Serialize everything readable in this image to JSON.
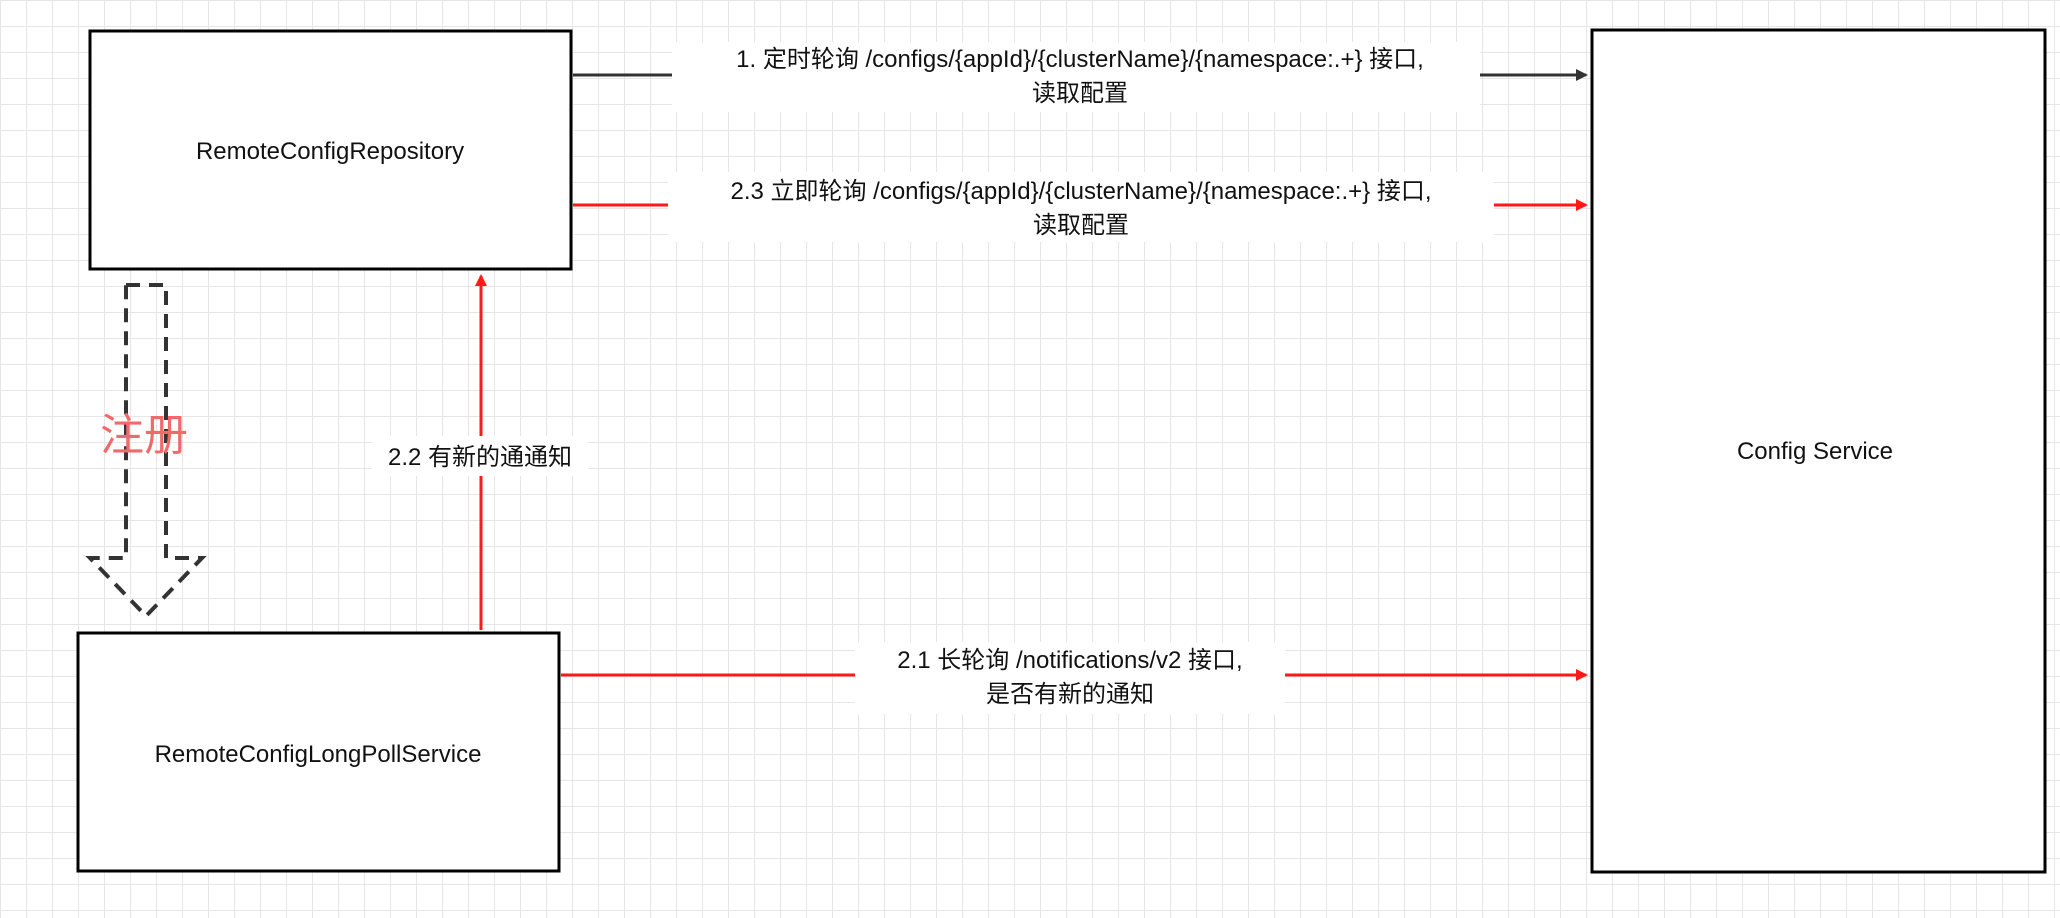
{
  "nodes": {
    "remote_config_repository": "RemoteConfigRepository",
    "long_poll_service": "RemoteConfigLongPollService",
    "config_service": "Config Service"
  },
  "edges": {
    "scheduled_poll": {
      "line1": "1. 定时轮询 /configs/{appId}/{clusterName}/{namespace:.+} 接口,",
      "line2": "读取配置"
    },
    "immediate_poll": {
      "line1": "2.3 立即轮询 /configs/{appId}/{clusterName}/{namespace:.+} 接口,",
      "line2": "读取配置"
    },
    "long_poll": {
      "line1": "2.1 长轮询 /notifications/v2 接口,",
      "line2": "是否有新的通知"
    },
    "new_notification": {
      "line1": "2.2 有新的通通知"
    },
    "register": {
      "line1": "注册"
    }
  },
  "colors": {
    "black": "#333333",
    "red": "#ff1a1a",
    "register_text": "#f06a6a"
  }
}
